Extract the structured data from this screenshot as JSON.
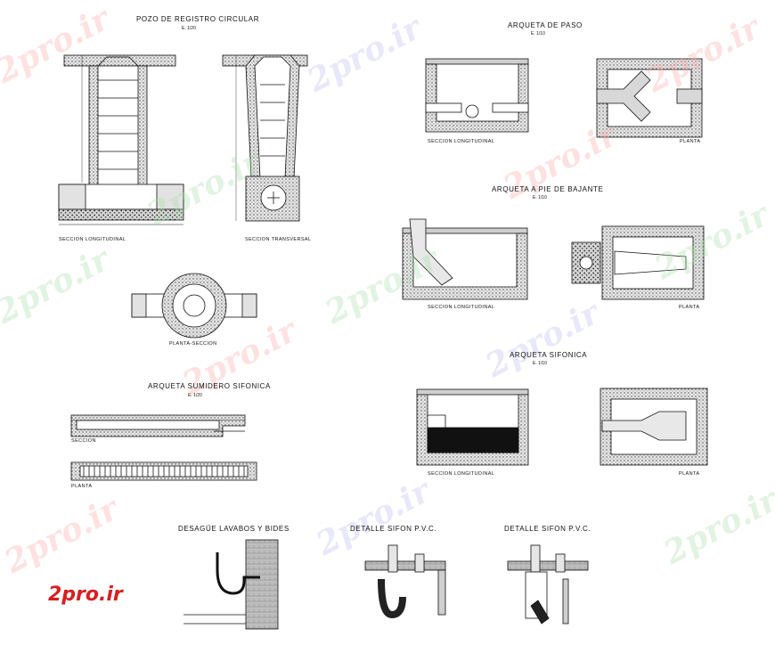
{
  "sections": {
    "pozo": {
      "title": "POZO DE REGISTRO CIRCULAR",
      "scale": "E. 1/20",
      "cap_long": "SECCION LONGITUDINAL",
      "cap_trans": "SECCION TRANSVERSAL",
      "cap_planta": "PLANTA-SECCION"
    },
    "arq_paso": {
      "title": "ARQUETA DE PASO",
      "scale": "E. 1/10",
      "cap_long": "SECCION LONGITUDINAL",
      "cap_planta": "PLANTA"
    },
    "arq_bajante": {
      "title": "ARQUETA A PIE DE BAJANTE",
      "scale": "E. 1/10",
      "cap_long": "SECCION LONGITUDINAL",
      "cap_planta": "PLANTA"
    },
    "arq_sifonica": {
      "title": "ARQUETA SIFONICA",
      "scale": "E. 1/10",
      "cap_long": "SECCION LONGITUDINAL",
      "cap_planta": "PLANTA"
    },
    "sumidero": {
      "title": "ARQUETA SUMIDERO SIFONICA",
      "scale": "E. 1/20",
      "cap_seccion": "SECCION",
      "cap_planta": "PLANTA"
    },
    "desague": {
      "title": "DESAGÜE LAVABOS Y BIDES"
    },
    "sifon1": {
      "title": "DETALLE SIFON P.V.C."
    },
    "sifon2": {
      "title": "DETALLE SIFON P.V.C."
    }
  },
  "watermark": "2pro.ir",
  "logo": "2pro.ir",
  "colors": {
    "line": "#111111",
    "hatch": "#bdbdbd",
    "logo": "#d81e1e"
  }
}
